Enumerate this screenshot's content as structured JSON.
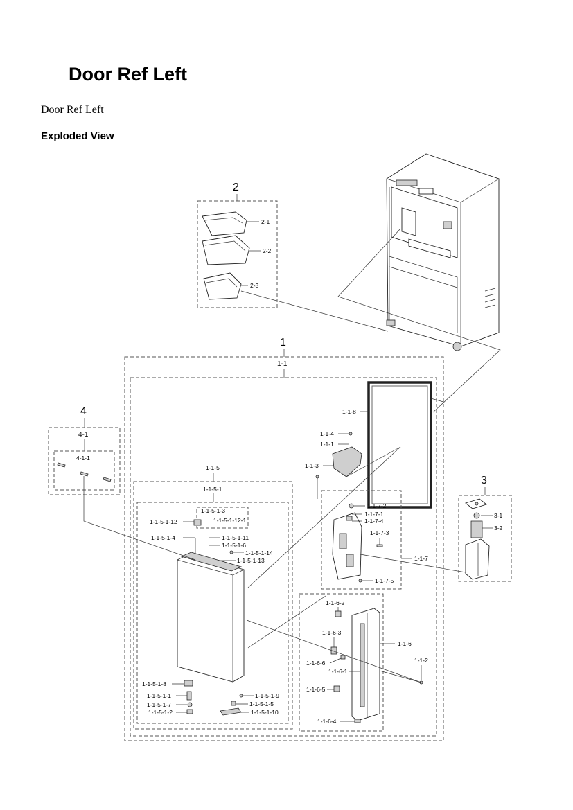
{
  "page": {
    "title": "Door Ref Left",
    "subtitle": "Door Ref Left",
    "section": "Exploded View"
  },
  "groups": {
    "g1": "1",
    "g1_1": "1-1",
    "g2": "2",
    "g3": "3",
    "g4": "4",
    "g4_1": "4-1",
    "g4_1_1": "4-1-1",
    "g1_1_5": "1-1-5",
    "g1_1_5_1": "1-1-5-1"
  },
  "labels": {
    "p2_1": "2-1",
    "p2_2": "2-2",
    "p2_3": "2-3",
    "p3_1": "3-1",
    "p3_2": "3-2",
    "p1_1_8": "1-1-8",
    "p1_1_4": "1-1-4",
    "p1_1_1": "1-1-1",
    "p1_1_3": "1-1-3",
    "p1_1_7_2": "1-1-7-2",
    "p1_1_7_1": "1-1-7-1",
    "p1_1_7_4": "1-1-7-4",
    "p1_1_7_3": "1-1-7-3",
    "p1_1_7": "1-1-7",
    "p1_1_7_5": "1-1-7-5",
    "p1_1_6_2": "1-1-6-2",
    "p1_1_6_3": "1-1-6-3",
    "p1_1_6": "1-1-6",
    "p1_1_6_6": "1-1-6-6",
    "p1_1_2": "1-1-2",
    "p1_1_6_1": "1-1-6-1",
    "p1_1_6_5": "1-1-6-5",
    "p1_1_6_4": "1-1-6-4",
    "p1_1_5_1_3": "1-1-5-1-3",
    "p1_1_5_1_12": "1-1-5-1-12",
    "p1_1_5_1_12_1": "1-1-5-1-12-1",
    "p1_1_5_1_4": "1-1-5-1-4",
    "p1_1_5_1_11": "1-1-5-1-11",
    "p1_1_5_1_6": "1-1-5-1-6",
    "p1_1_5_1_14": "1-1-5-1-14",
    "p1_1_5_1_13": "1-1-5-1-13",
    "p1_1_5_1_8": "1-1-5-1-8",
    "p1_1_5_1_1": "1-1-5-1-1",
    "p1_1_5_1_7": "1-1-5-1-7",
    "p1_1_5_1_2": "1-1-5-1-2",
    "p1_1_5_1_9": "1-1-5-1-9",
    "p1_1_5_1_5": "1-1-5-1-5",
    "p1_1_5_1_10": "1-1-5-1-10"
  }
}
